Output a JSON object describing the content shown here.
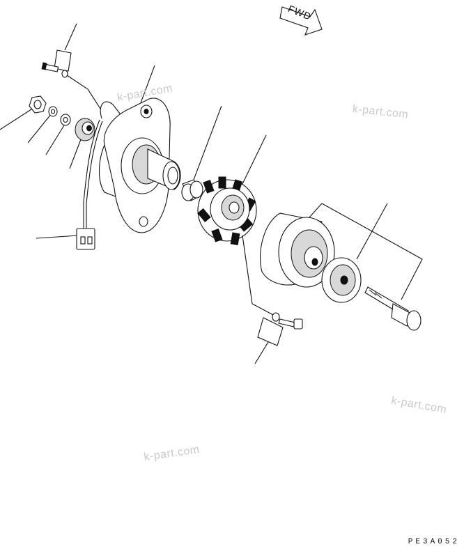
{
  "diagram": {
    "direction_marker": "FWD",
    "drawing_code": "PE3A052",
    "watermarks": [
      "k-part.com",
      "k-part.com",
      "k-part.com",
      "k-part.com"
    ]
  }
}
